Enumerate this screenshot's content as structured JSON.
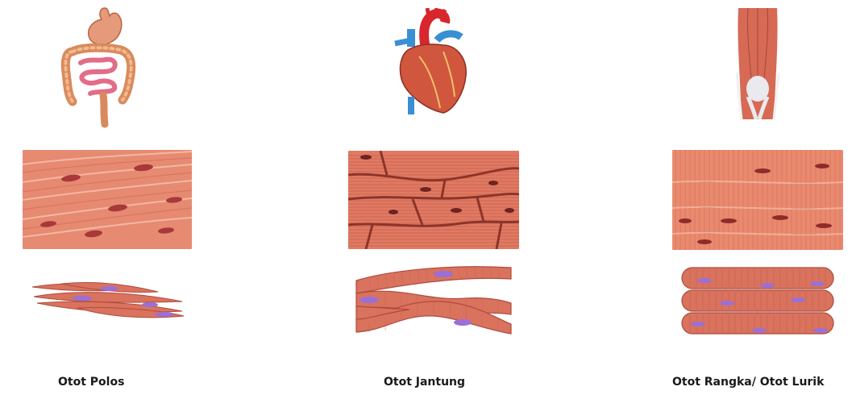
{
  "figure": {
    "columns": [
      {
        "id": "polos",
        "label": "Otot Polos",
        "organ_icon": "digestive-tract-icon"
      },
      {
        "id": "jantung",
        "label": "Otot Jantung",
        "organ_icon": "heart-icon"
      },
      {
        "id": "rangka",
        "label": "Otot Rangka/ Otot Lurik",
        "organ_icon": "leg-muscle-icon"
      }
    ]
  },
  "colors": {
    "tissue": "#e8806a",
    "tissue_dark": "#c9584a",
    "nucleus": "#9b6fd6",
    "cell_fill": "#d9735e",
    "cell_outline": "#b04a3c",
    "artery": "#d8262d",
    "vein": "#3a8fd4"
  }
}
